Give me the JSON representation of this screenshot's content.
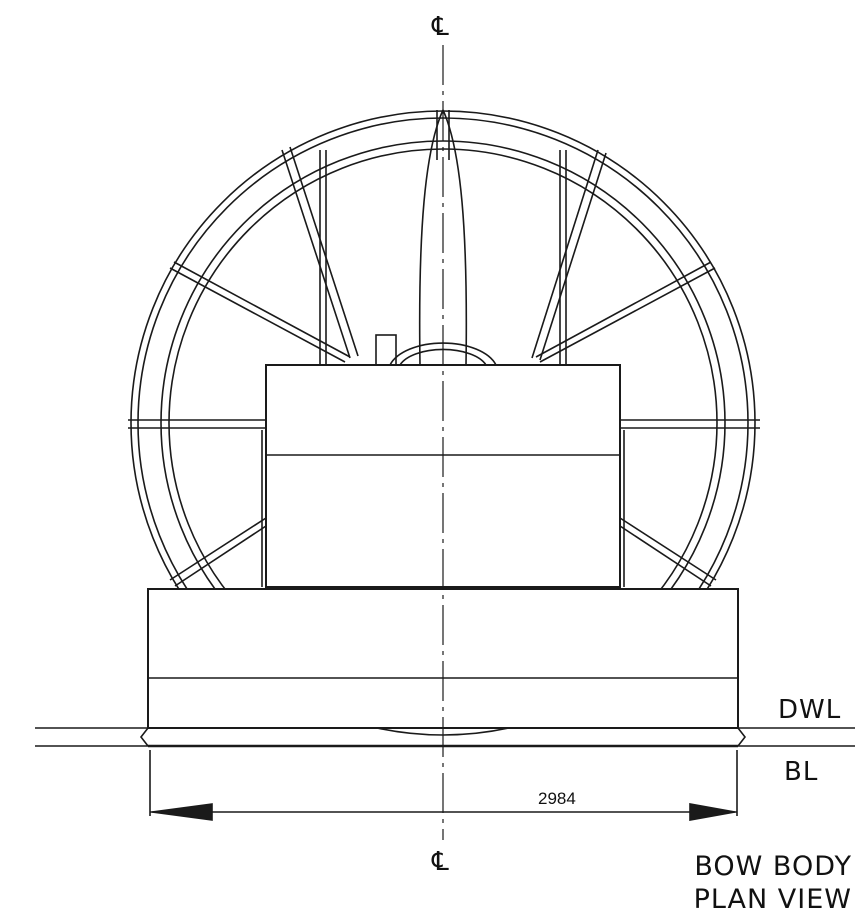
{
  "drawing": {
    "centerline_label_top": "℄",
    "centerline_label_bottom": "℄",
    "dwl_label": "DWL",
    "bl_label": "BL",
    "dimension_value": "2984",
    "title_line_1": "BOW BODY",
    "title_line_2": "PLAN VIEW",
    "line_color": "#1a1a1a"
  }
}
